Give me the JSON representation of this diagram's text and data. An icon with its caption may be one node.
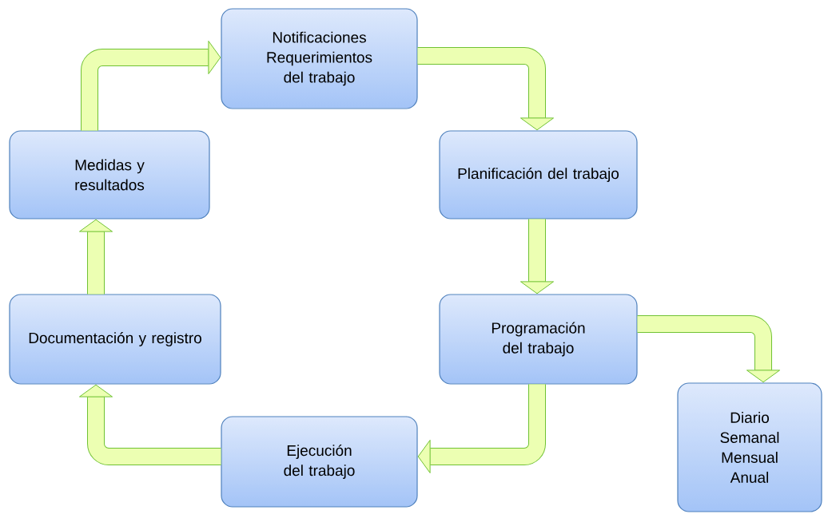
{
  "diagram": {
    "nodes": [
      {
        "text": [
          "Notificaciones Requerimientos del trabajo"
        ]
      },
      {
        "text": [
          "Planificación del trabajo"
        ]
      },
      {
        "text": [
          "Programación del trabajo"
        ]
      },
      {
        "text": [
          "Diario Semanal Mensual Anual"
        ]
      },
      {
        "text": [
          "Ejecución del trabajo"
        ]
      },
      {
        "text": [
          "Documentación y registro"
        ]
      },
      {
        "text": [
          "Medidas y resultados"
        ]
      }
    ],
    "edges": [
      {
        "from": 6,
        "to": 0,
        "arrow": "to"
      },
      {
        "from": 0,
        "to": 1,
        "arrow": "to"
      },
      {
        "from": 1,
        "to": 2,
        "arrow": "to"
      },
      {
        "from": 2,
        "to": 3,
        "arrow": "to"
      },
      {
        "from": 2,
        "to": 4,
        "arrow": "to"
      },
      {
        "from": 4,
        "to": 5,
        "arrow": "to"
      },
      {
        "from": 5,
        "to": 6,
        "arrow": "to"
      }
    ]
  }
}
